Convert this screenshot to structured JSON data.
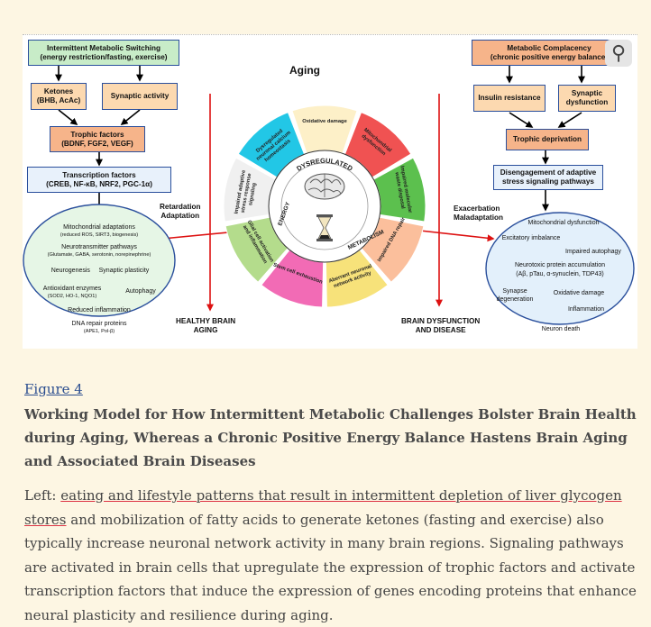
{
  "figure": {
    "center_title": "Aging",
    "left": {
      "top_box": [
        "Intermittent Metabolic Switching",
        "(energy restriction/fasting, exercise)"
      ],
      "ketones": [
        "Ketones",
        "(BHB, AcAc)"
      ],
      "synaptic": "Synaptic activity",
      "trophic": [
        "Trophic factors",
        "(BDNF, FGF2, VEGF)"
      ],
      "transcription": [
        "Transcription factors",
        "(CREB, NF-κB, NRF2, PGC-1α)"
      ],
      "arrow_label": [
        "Retardation",
        "Adaptation"
      ],
      "outcome": [
        "HEALTHY BRAIN",
        "AGING"
      ],
      "oval": [
        {
          "text": "Mitochondrial adaptations",
          "sub": "(reduced ROS, SIRT3, biogenesis)"
        },
        {
          "text": "Neurotransmitter pathways",
          "sub": "(Glutamate, GABA, serotonin, norepinephrine)"
        },
        {
          "text": "Neurogenesis     Synaptic plasticity",
          "sub": ""
        },
        {
          "text": "Antioxidant enzymes",
          "sub": "(SOD2, HO-1, NQO1)"
        },
        {
          "text": "Autophagy",
          "sub": ""
        },
        {
          "text": "Reduced inflammation",
          "sub": ""
        },
        {
          "text": "DNA repair proteins",
          "sub": "(APE1, Pol-β)"
        }
      ]
    },
    "right": {
      "top_box": [
        "Metabolic Complacency",
        "(chronic positive energy balance)"
      ],
      "insulin": "Insulin resistance",
      "synaptic": [
        "Synaptic",
        "dysfunction"
      ],
      "trophic": "Trophic deprivation",
      "disengagement": [
        "Disengagement of adaptive",
        "stress signaling pathways"
      ],
      "arrow_label": [
        "Exacerbation",
        "Maladaptation"
      ],
      "outcome": [
        "BRAIN DYSFUNCTION",
        "AND DISEASE"
      ],
      "oval": [
        "Mitochondrial dysfunction",
        "Excitatory imbalance",
        "Impaired autophagy",
        "Neurotoxic protein accumulation",
        "(Aβ, pTau, α-synuclein, TDP43)",
        "Synapse degeneration",
        "Oxidative damage",
        "Inflammation",
        "Neuron death"
      ]
    },
    "wheel": {
      "ring_word_top": "DYSREGULATED",
      "ring_word_left": "ENERGY",
      "ring_word_right": "METABOLISM",
      "segments": [
        {
          "label": "Oxidative damage",
          "color": "#fdf0c8"
        },
        {
          "label": "Mitochondrial dysfunction",
          "color": "#f05252"
        },
        {
          "label": "Impaired molecular waste disposal",
          "color": "#5cc04e"
        },
        {
          "label": "Impaired DNA repair",
          "color": "#fbbf9c"
        },
        {
          "label": "Aberrant neuronal network activity",
          "color": "#f7e27a"
        },
        {
          "label": "Stem cell exhaustion",
          "color": "#f26bb5"
        },
        {
          "label": "Glial cell activation and inflammation",
          "color": "#b4dc8c"
        },
        {
          "label": "Impaired adaptive stress response signaling",
          "color": "#f0f0f0"
        },
        {
          "label": "Dysregulated neuronal calcium homeostasis",
          "color": "#22c7e6"
        }
      ]
    }
  },
  "caption": {
    "figure_link": "Figure 4",
    "title": "Working Model for How Intermittent Metabolic Challenges Bolster Brain Health during Aging, Whereas a Chronic Positive Energy Balance Hastens Brain Aging and Associated Brain Diseases",
    "body_prefix": "Left: ",
    "body_highlight": "eating and lifestyle patterns that result in intermittent depletion of liver glycogen stores",
    "body_rest": " and mobilization of fatty acids to generate ketones (fasting and exercise) also typically increase neuronal network activity in many brain regions. Signaling pathways are activated in brain cells that upregulate the expression of trophic factors and activate transcription factors that induce the expression of genes encoding proteins that enhance neural plasticity and resilience during aging."
  },
  "pin_icon": "pin-icon"
}
